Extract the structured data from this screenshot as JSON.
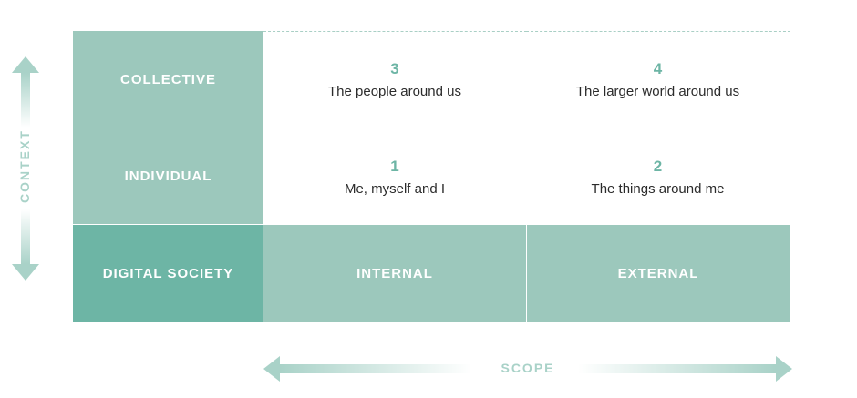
{
  "diagram": {
    "rows": [
      {
        "label": "COLLECTIVE"
      },
      {
        "label": "INDIVIDUAL"
      }
    ],
    "corner_label": "DIGITAL SOCIETY",
    "columns": [
      {
        "label": "INTERNAL"
      },
      {
        "label": "EXTERNAL"
      }
    ],
    "cells": {
      "collective_internal": {
        "number": "3",
        "text": "The people around us"
      },
      "collective_external": {
        "number": "4",
        "text": "The larger world around us"
      },
      "individual_internal": {
        "number": "1",
        "text": "Me, myself and I"
      },
      "individual_external": {
        "number": "2",
        "text": "The things around me"
      }
    },
    "y_axis_label": "CONTEXT",
    "x_axis_label": "SCOPE"
  },
  "colors": {
    "light_teal": "#9cc8bc",
    "dark_teal": "#6db5a5",
    "arrow_teal": "#a9d2c8",
    "text": "#2b2b2b"
  }
}
